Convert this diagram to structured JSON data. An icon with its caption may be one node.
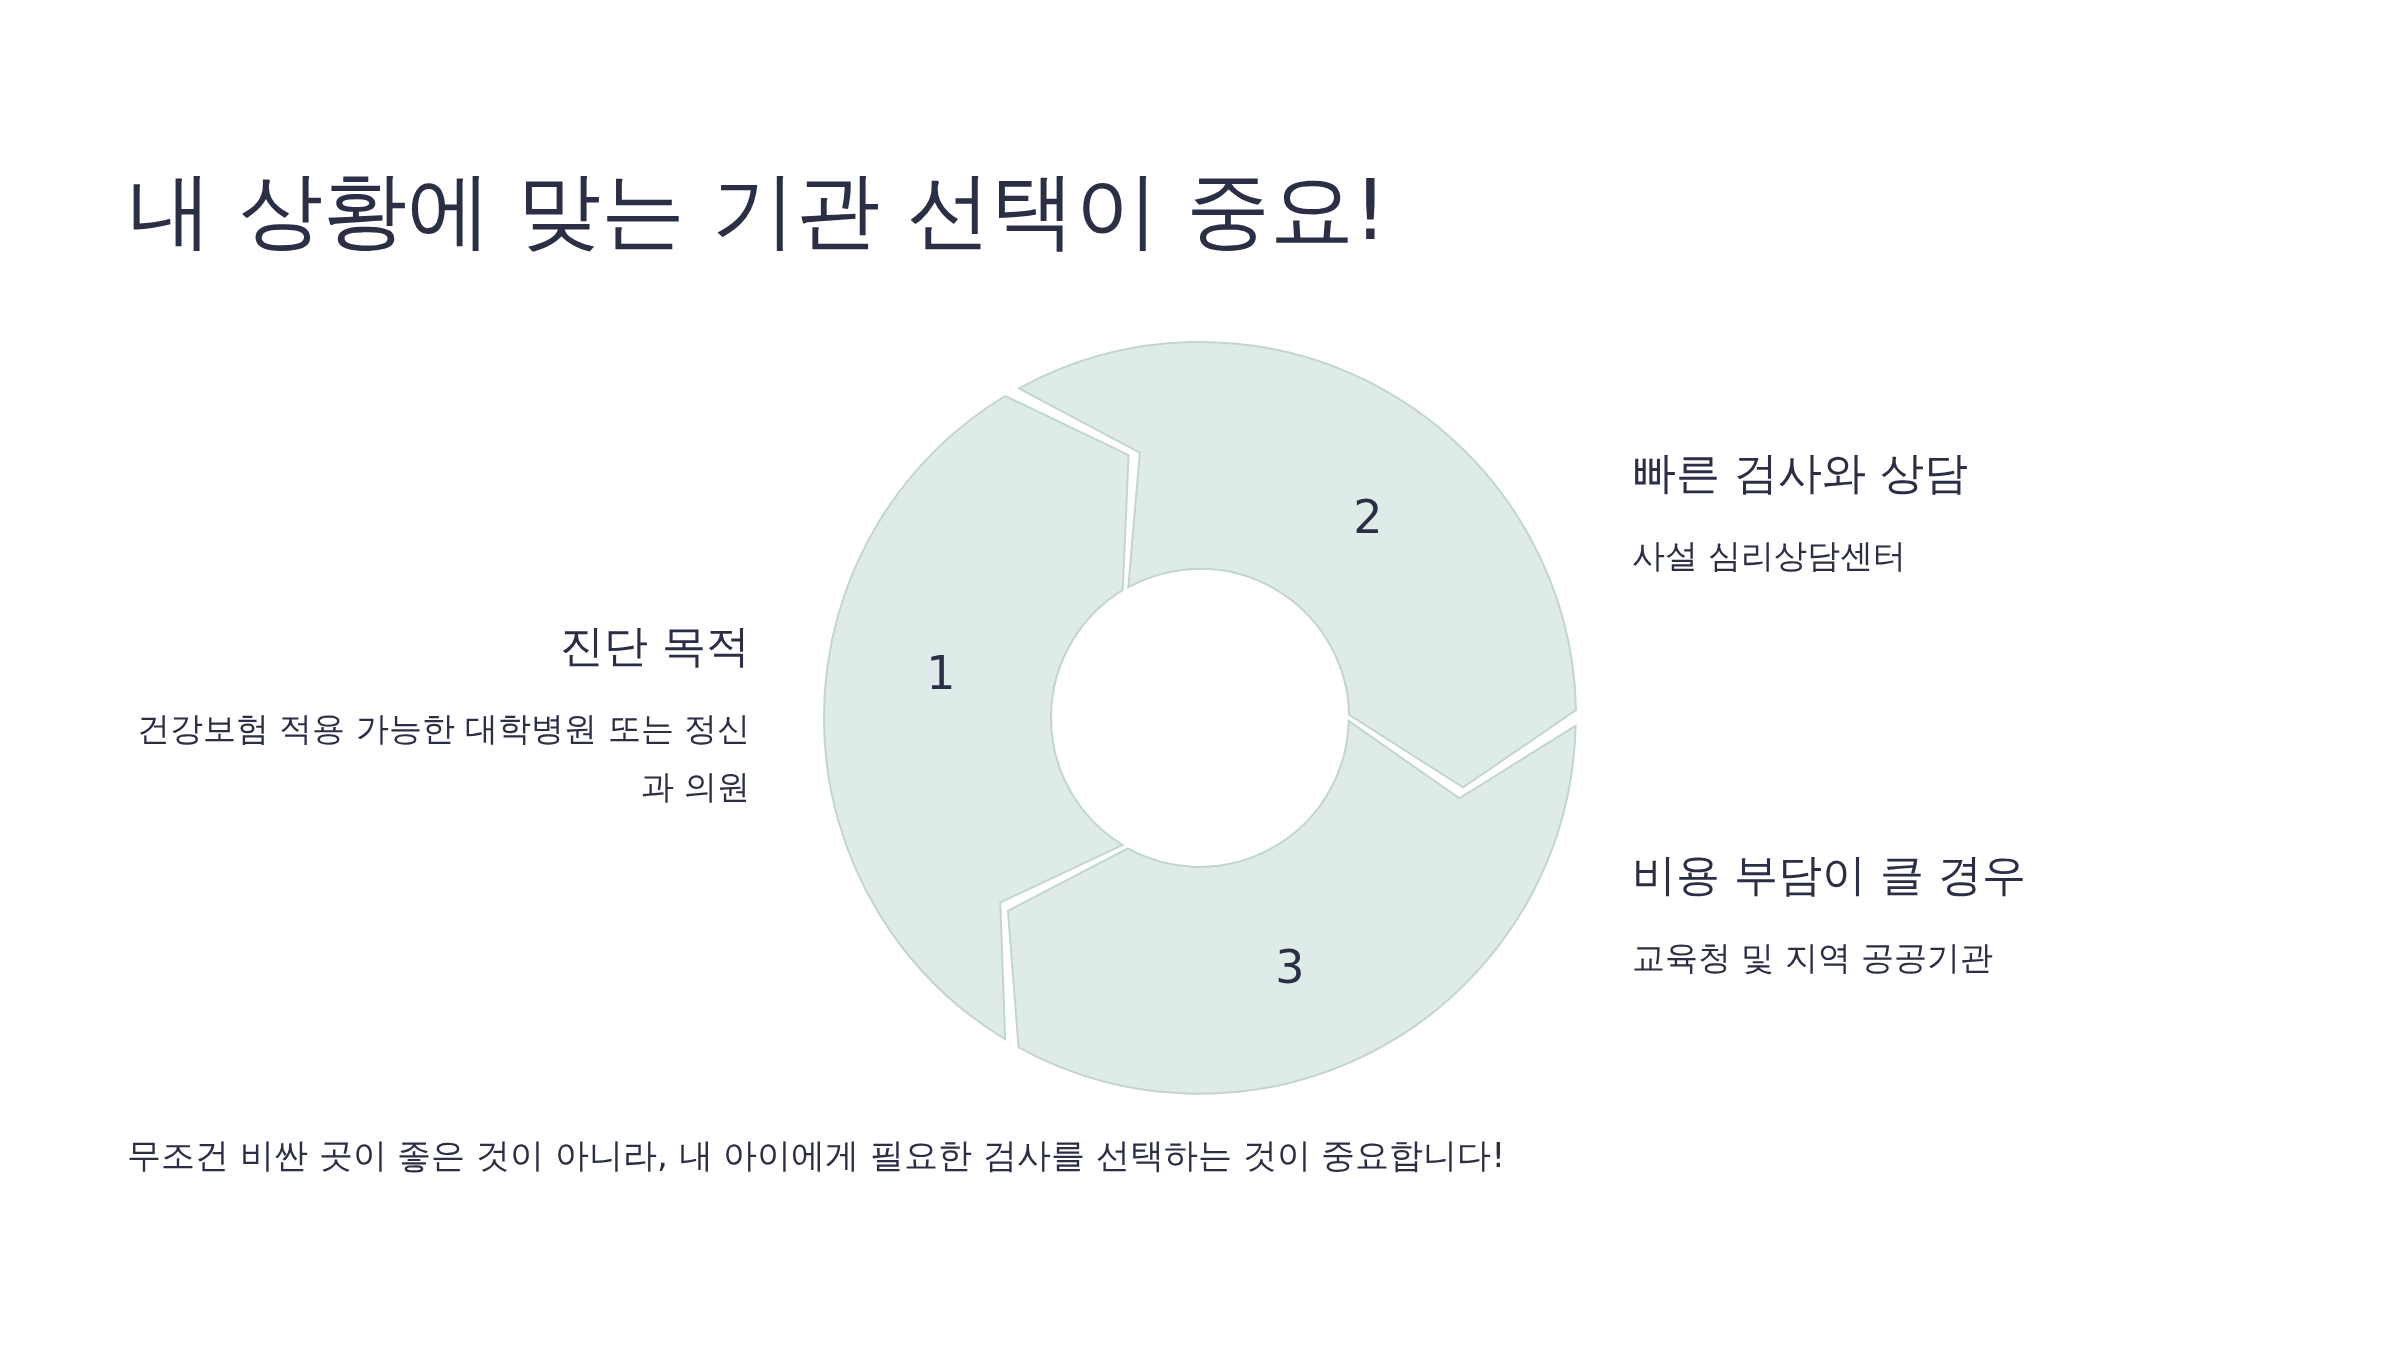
{
  "diagram": {
    "title": "내 상황에 맞는 기관 선택이 중요!",
    "caption": "무조건 비싼 곳이 좋은 것이 아니라, 내 아이에게 필요한 검사를 선택하는 것이 중요합니다!",
    "nodes": [
      {
        "text": [
          "1"
        ],
        "beside": [
          "진단 목적",
          "건강보험 적용 가능한 대학병원 또는 정신과 의원"
        ]
      },
      {
        "text": [
          "2"
        ],
        "beside": [
          "빠른 검사와 상담",
          "사설 심리상담센터"
        ]
      },
      {
        "text": [
          "3"
        ],
        "beside": [
          "비용 부담이 클 경우",
          "교육청 및 지역 공공기관"
        ]
      }
    ]
  }
}
